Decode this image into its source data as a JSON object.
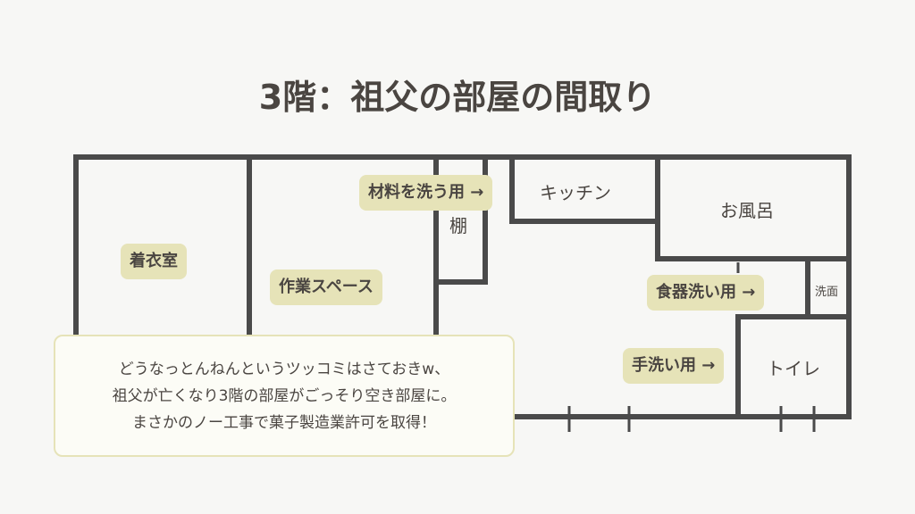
{
  "title": "3階：祖父の部屋の間取り",
  "rooms": {
    "dressing_room": "着衣室",
    "work_space": "作業スペース",
    "shelf": "棚",
    "kitchen": "キッチン",
    "bath": "お風呂",
    "washbasin": "洗面",
    "toilet": "トイレ"
  },
  "pills": {
    "material_wash": "材料を洗う用 →",
    "dish_wash": "食器洗い用 →",
    "hand_wash": "手洗い用 →"
  },
  "note": {
    "lines": [
      "どうなっとんねんというツッコミはさておきw、",
      "祖父が亡くなり3階の部屋がごっそり空き部屋に。",
      "まさかのノー工事で菓子製造業許可を取得！"
    ]
  },
  "colors": {
    "wall": "#4a4a4a",
    "pill": "#e6e3b8",
    "text": "#4a4541",
    "background": "#f7f7f5"
  }
}
